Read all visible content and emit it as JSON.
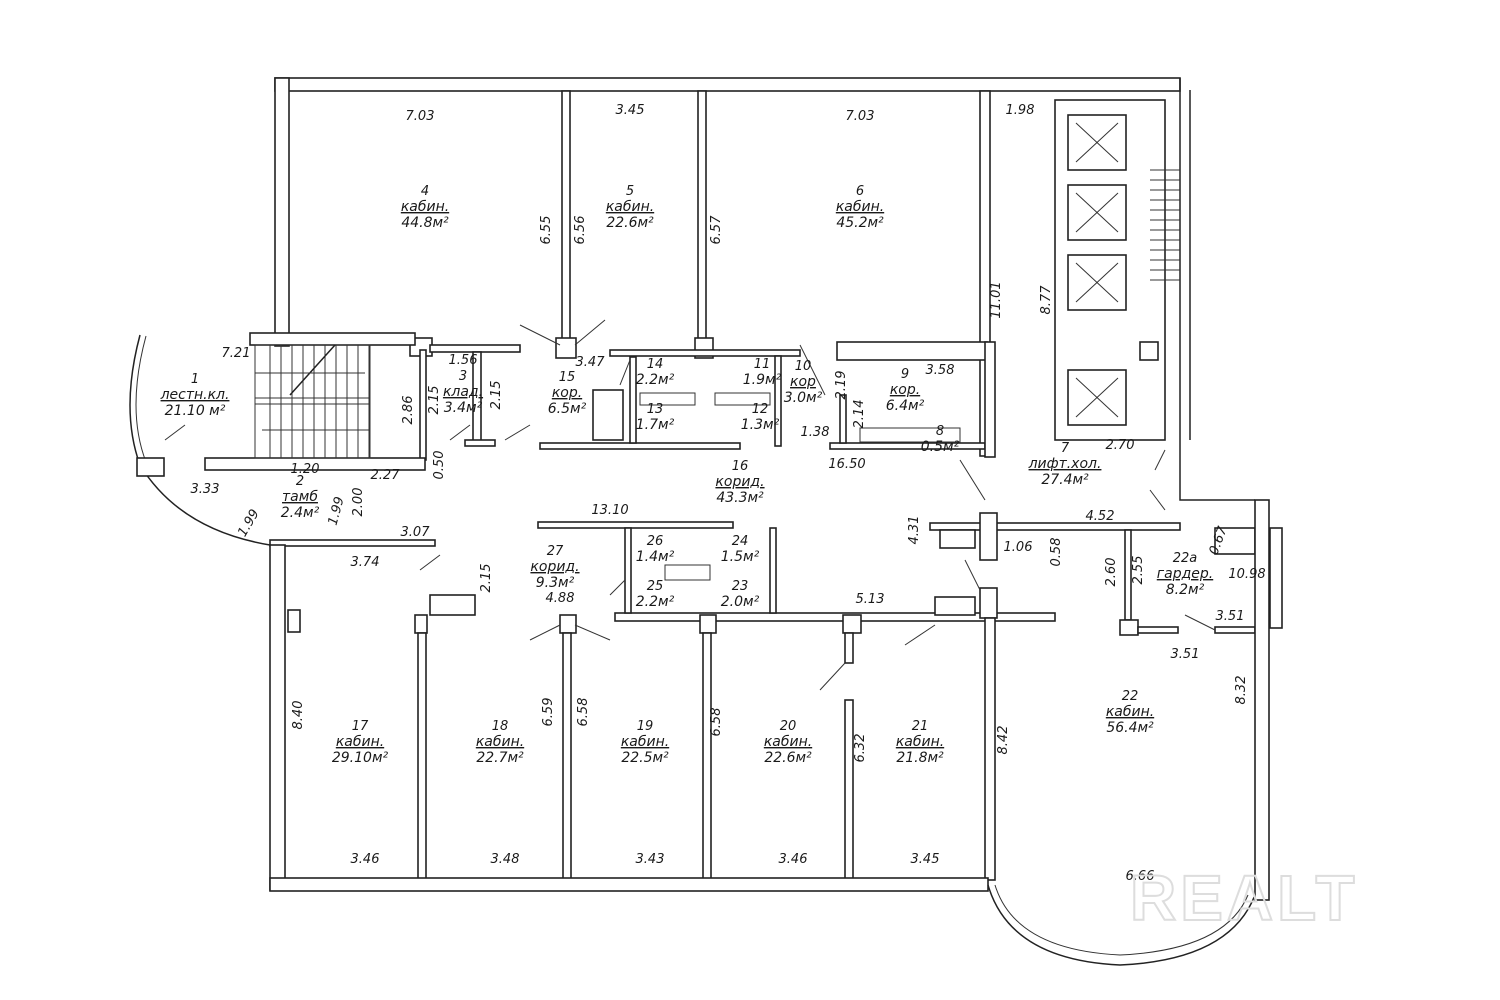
{
  "plan": {
    "rooms": [
      {
        "num": "1",
        "name": "лестн.кл.",
        "area": "21.10 м²"
      },
      {
        "num": "2",
        "name": "тамб",
        "area": "2.4м²"
      },
      {
        "num": "3",
        "name": "клад.",
        "area": "3.4м²"
      },
      {
        "num": "4",
        "name": "кабин.",
        "area": "44.8м²"
      },
      {
        "num": "5",
        "name": "кабин.",
        "area": "22.6м²"
      },
      {
        "num": "6",
        "name": "кабин.",
        "area": "45.2м²"
      },
      {
        "num": "7",
        "name": "лифт.хол.",
        "area": "27.4м²"
      },
      {
        "num": "8",
        "name": "",
        "area": "0.5м²"
      },
      {
        "num": "9",
        "name": "кор.",
        "area": "6.4м²"
      },
      {
        "num": "10",
        "name": "кор",
        "area": "3.0м²"
      },
      {
        "num": "11",
        "name": "",
        "area": "1.9м²"
      },
      {
        "num": "12",
        "name": "",
        "area": "1.3м²"
      },
      {
        "num": "13",
        "name": "",
        "area": "1.7м²"
      },
      {
        "num": "14",
        "name": "",
        "area": "2.2м²"
      },
      {
        "num": "15",
        "name": "кор.",
        "area": "6.5м²"
      },
      {
        "num": "16",
        "name": "корид.",
        "area": "43.3м²"
      },
      {
        "num": "17",
        "name": "кабин.",
        "area": "29.10м²"
      },
      {
        "num": "18",
        "name": "кабин.",
        "area": "22.7м²"
      },
      {
        "num": "19",
        "name": "кабин.",
        "area": "22.5м²"
      },
      {
        "num": "20",
        "name": "кабин.",
        "area": "22.6м²"
      },
      {
        "num": "21",
        "name": "кабин.",
        "area": "21.8м²"
      },
      {
        "num": "22",
        "name": "кабин.",
        "area": "56.4м²"
      },
      {
        "num": "22а",
        "name": "гардер.",
        "area": "8.2м²"
      },
      {
        "num": "23",
        "name": "",
        "area": "2.0м²"
      },
      {
        "num": "24",
        "name": "",
        "area": "1.5м²"
      },
      {
        "num": "25",
        "name": "",
        "area": "2.2м²"
      },
      {
        "num": "26",
        "name": "",
        "area": "1.4м²"
      },
      {
        "num": "27",
        "name": "корид.",
        "area": "9.3м²"
      }
    ],
    "dimensions": [
      "7.03",
      "3.45",
      "7.03",
      "1.98",
      "6.55",
      "6.56",
      "6.57",
      "11.01",
      "8.77",
      "7.21",
      "1.56",
      "2.86",
      "2.15",
      "2.15",
      "3.47",
      "2.19",
      "2.14",
      "3.58",
      "1.38",
      "16.50",
      "2.70",
      "3.33",
      "1.20",
      "2.27",
      "0.50",
      "1.99",
      "1.99",
      "2.00",
      "3.07",
      "3.74",
      "13.10",
      "4.52",
      "4.31",
      "1.06",
      "0.58",
      "2.15",
      "4.88",
      "5.13",
      "2.60",
      "2.55",
      "0.67",
      "10.98",
      "3.51",
      "3.51",
      "8.40",
      "6.59",
      "6.58",
      "6.58",
      "6.32",
      "8.42",
      "8.32",
      "3.46",
      "3.48",
      "3.43",
      "3.46",
      "3.45",
      "6.66"
    ],
    "watermark": "REALT"
  }
}
